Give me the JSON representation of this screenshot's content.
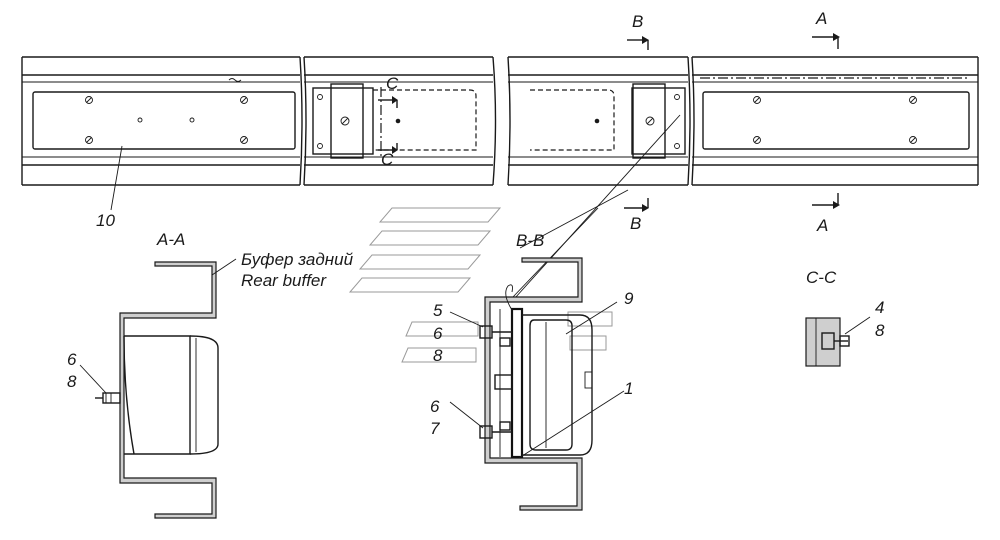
{
  "section_marks": {
    "A_top": "A",
    "A_bottom": "A",
    "B_top": "B",
    "B_bottom": "B",
    "C_top": "C",
    "C_bottom": "C"
  },
  "views": {
    "section_a_title": "A-A",
    "section_b_title": "B-B",
    "section_c_title": "C-C"
  },
  "annotations": {
    "buffer_ru": "Буфер задний",
    "buffer_en": "Rear buffer"
  },
  "part_numbers": {
    "p10": "10",
    "aa_6": "6",
    "aa_8": "8",
    "bb_5": "5",
    "bb_6a": "6",
    "bb_8": "8",
    "bb_6b": "6",
    "bb_7": "7",
    "bb_9": "9",
    "bb_1": "1",
    "cc_4": "4",
    "cc_8": "8"
  }
}
